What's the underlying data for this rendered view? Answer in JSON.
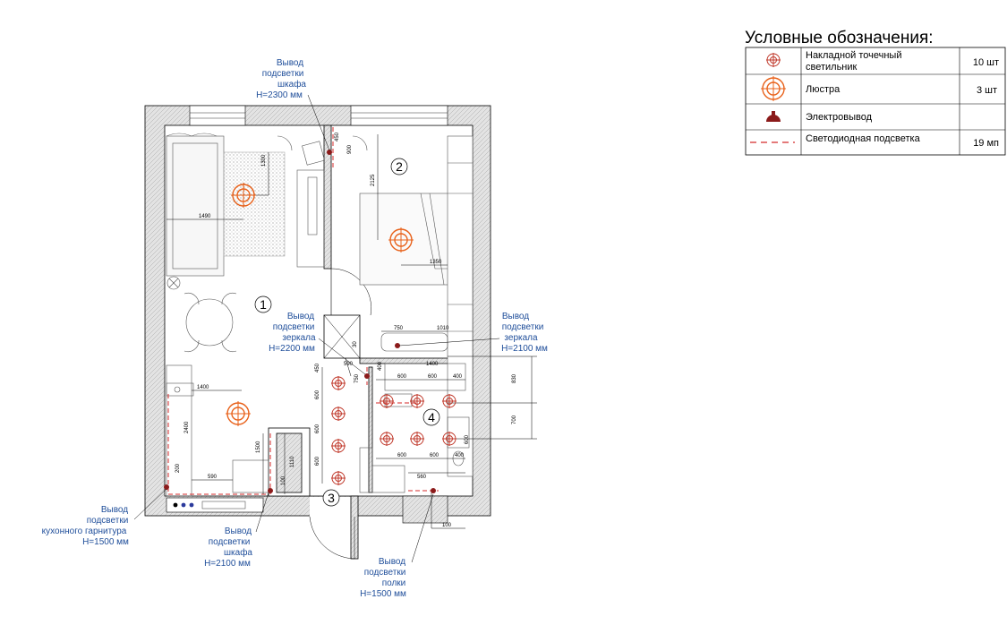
{
  "legend": {
    "title": "Условные обозначения:",
    "rows": [
      {
        "icon": "spot-light-icon",
        "text_line1": "Накладной точечный",
        "text_line2": "светильник",
        "qty": "10 шт"
      },
      {
        "icon": "chandelier-icon",
        "text_line1": "Люстра",
        "text_line2": "",
        "qty": "3 шт"
      },
      {
        "icon": "electrical-outlet-icon",
        "text_line1": "Электровывод",
        "text_line2": "",
        "qty": ""
      },
      {
        "icon": "led-strip-icon",
        "text_line1": "Светодиодная подсветка",
        "text_line2": "",
        "qty": "19 мп"
      }
    ]
  },
  "colors": {
    "label": "#1f4e9a",
    "fixture": "#e8611a",
    "spot": "#c0392b",
    "led": "#d42a2a",
    "outlet": "#8b1a1a"
  },
  "callouts": {
    "wardrobe_top": [
      "Вывод",
      "подсветки",
      "шкафа",
      "H=2300 мм"
    ],
    "mirror_left": [
      "Вывод",
      "подсветки",
      "зеркала",
      "H=2200 мм"
    ],
    "mirror_right": [
      "Вывод",
      "подсветки",
      "зеркала",
      "H=2100 мм"
    ],
    "kitchen": [
      "Вывод",
      "подсветки",
      "кухонного гарнитура",
      "H=1500 мм"
    ],
    "wardrobe_bottom": [
      "Вывод",
      "подсветки",
      "шкафа",
      "H=2100 мм"
    ],
    "shelf": [
      "Вывод",
      "подсветки",
      "полки",
      "H=1500 мм"
    ]
  },
  "rooms": [
    "1",
    "2",
    "3",
    "4"
  ],
  "dimensions": [
    "1300",
    "1490",
    "450",
    "900",
    "2125",
    "1350",
    "750",
    "1010",
    "30",
    "590",
    "750",
    "450",
    "400",
    "1400",
    "600",
    "600",
    "400",
    "830",
    "700",
    "600",
    "600",
    "600",
    "1400",
    "2400",
    "1500",
    "1110",
    "100",
    "200",
    "590",
    "600",
    "600",
    "400",
    "560",
    "100",
    "600"
  ]
}
